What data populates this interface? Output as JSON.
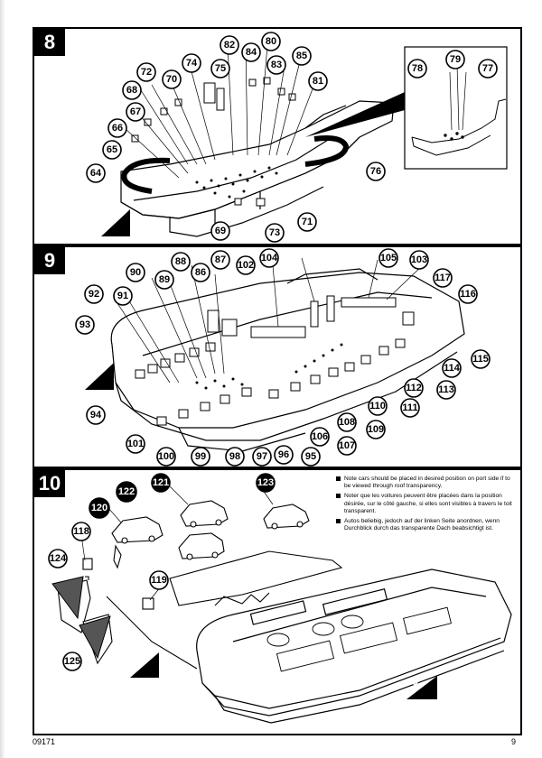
{
  "steps": {
    "s8": {
      "number": "8",
      "ref": "7",
      "callouts": [
        "80",
        "82",
        "84",
        "72",
        "70",
        "74",
        "75",
        "83",
        "85",
        "68",
        "81",
        "67",
        "66",
        "65",
        "64",
        "69",
        "73",
        "71",
        "76"
      ],
      "inset_callouts": [
        "78",
        "79",
        "77"
      ]
    },
    "s9": {
      "number": "9",
      "ref": "8",
      "callouts": [
        "104",
        "105",
        "103",
        "88",
        "87",
        "102",
        "90",
        "89",
        "86",
        "117",
        "92",
        "91",
        "116",
        "93",
        "115",
        "114",
        "113",
        "112",
        "111",
        "110",
        "109",
        "108",
        "94",
        "107",
        "106",
        "101",
        "95",
        "96",
        "97",
        "98",
        "99",
        "100"
      ]
    },
    "s10": {
      "number": "10",
      "ref": "9",
      "ref2": "9",
      "callouts": [
        "118",
        "124",
        "119",
        "125"
      ],
      "dark_callouts": [
        "121",
        "122",
        "120",
        "123"
      ]
    }
  },
  "notes": [
    "Note cars should be placed in desired position on port side if to be viewed through roof transparency.",
    "Noter que les voitures peuvent être placées dans la position désirée, sur le côté gauche, si elles sont visibles à travers le toit transparent.",
    "Autos beliebig, jedoch auf der linken Seite anordnen, wenn Durchblick durch das transparente Dach beabsichtigt ist."
  ],
  "footer": {
    "code": "09171",
    "page": "9"
  }
}
